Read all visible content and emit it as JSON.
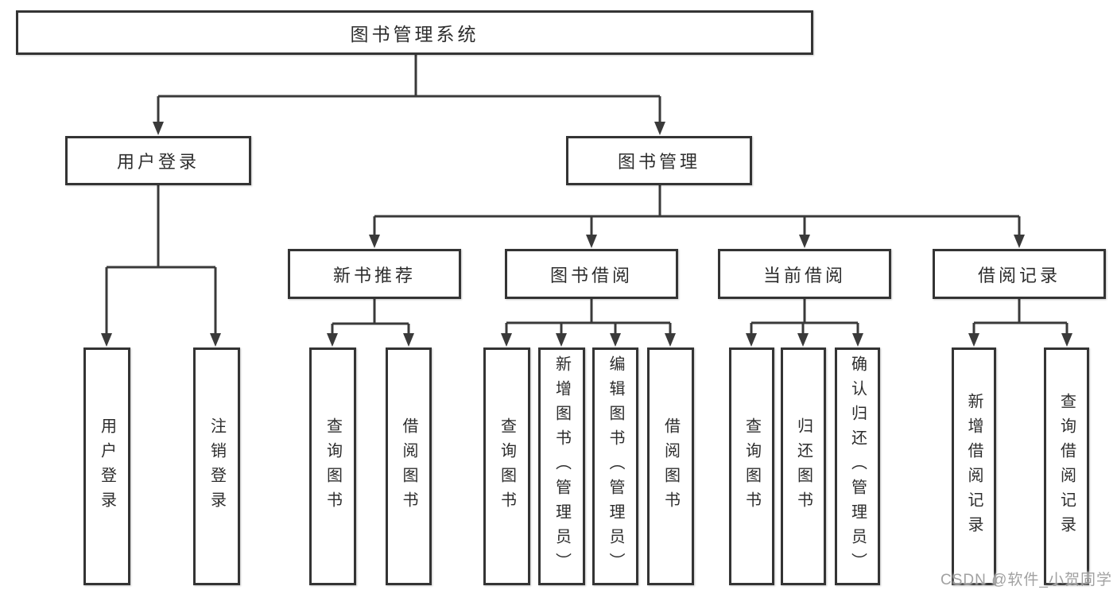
{
  "tree": {
    "root": {
      "label": "图书管理系统"
    },
    "children": [
      {
        "label": "用户登录",
        "children": [
          {
            "label": "用户登录"
          },
          {
            "label": "注销登录"
          }
        ]
      },
      {
        "label": "图书管理",
        "children": [
          {
            "label": "新书推荐",
            "children": [
              {
                "label": "查询图书"
              },
              {
                "label": "借阅图书"
              }
            ]
          },
          {
            "label": "图书借阅",
            "children": [
              {
                "label": "查询图书"
              },
              {
                "label": "新增图书（管理员）"
              },
              {
                "label": "编辑图书（管理员）"
              },
              {
                "label": "借阅图书"
              }
            ]
          },
          {
            "label": "当前借阅",
            "children": [
              {
                "label": "查询图书"
              },
              {
                "label": "归还图书"
              },
              {
                "label": "确认归还（管理员）"
              }
            ]
          },
          {
            "label": "借阅记录",
            "children": [
              {
                "label": "新增借阅记录"
              },
              {
                "label": "查询借阅记录"
              }
            ]
          }
        ]
      }
    ]
  },
  "watermark": "CSDN @软件_小贺同学",
  "colors": {
    "line": "#3a3a3a",
    "border": "#343434",
    "text": "#2d2d2d",
    "background": "#ffffff",
    "watermark": "#949494"
  }
}
